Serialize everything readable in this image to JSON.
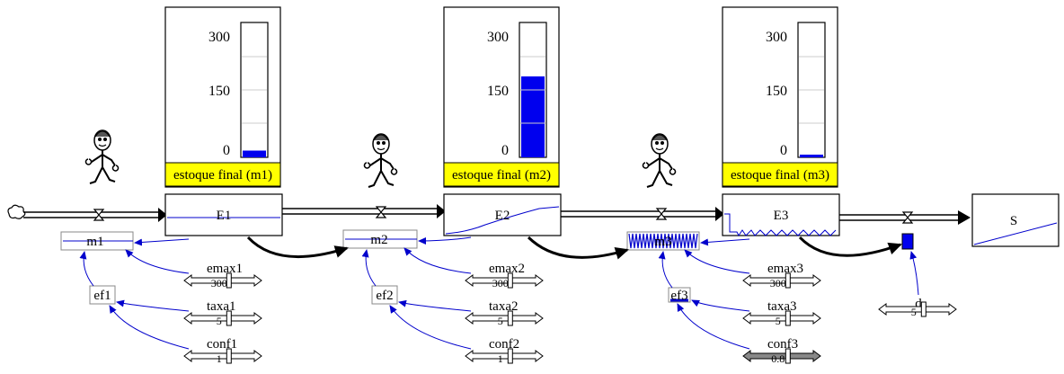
{
  "gauges": [
    {
      "id": "m1",
      "label": "estoque final (m1)",
      "ticks": [
        "300",
        "150",
        "0"
      ],
      "max": 300,
      "level": 0.05
    },
    {
      "id": "m2",
      "label": "estoque final (m2)",
      "ticks": [
        "300",
        "150",
        "0"
      ],
      "max": 300,
      "level": 0.6
    },
    {
      "id": "m3",
      "label": "estoque final (m3)",
      "ticks": [
        "300",
        "150",
        "0"
      ],
      "max": 300,
      "level": 0.02
    }
  ],
  "stocks": [
    {
      "label": "E1"
    },
    {
      "label": "E2"
    },
    {
      "label": "E3"
    },
    {
      "label": "S"
    }
  ],
  "rates": [
    {
      "label": "m1"
    },
    {
      "label": "m2"
    },
    {
      "label": "m3"
    }
  ],
  "aux": [
    {
      "label": "ef1"
    },
    {
      "label": "ef2"
    },
    {
      "label": "ef3"
    },
    {
      "label": "d"
    }
  ],
  "params": [
    {
      "label": "emax1",
      "value": "300"
    },
    {
      "label": "taxa1",
      "value": "5"
    },
    {
      "label": "conf1",
      "value": "1"
    },
    {
      "label": "emax2",
      "value": "300"
    },
    {
      "label": "taxa2",
      "value": "5"
    },
    {
      "label": "conf2",
      "value": "1"
    },
    {
      "label": "emax3",
      "value": "300"
    },
    {
      "label": "taxa3",
      "value": "5"
    },
    {
      "label": "conf3",
      "value": "0.8"
    },
    {
      "label": "d",
      "value": "5"
    }
  ],
  "colors": {
    "gauge_fill": "#0000ee",
    "gauge_label_bg": "#ffff00",
    "connector": "#0000cc",
    "flow": "#000000"
  },
  "icons": [
    "stick-figure-icon",
    "cloud-source-icon",
    "valve-icon"
  ]
}
